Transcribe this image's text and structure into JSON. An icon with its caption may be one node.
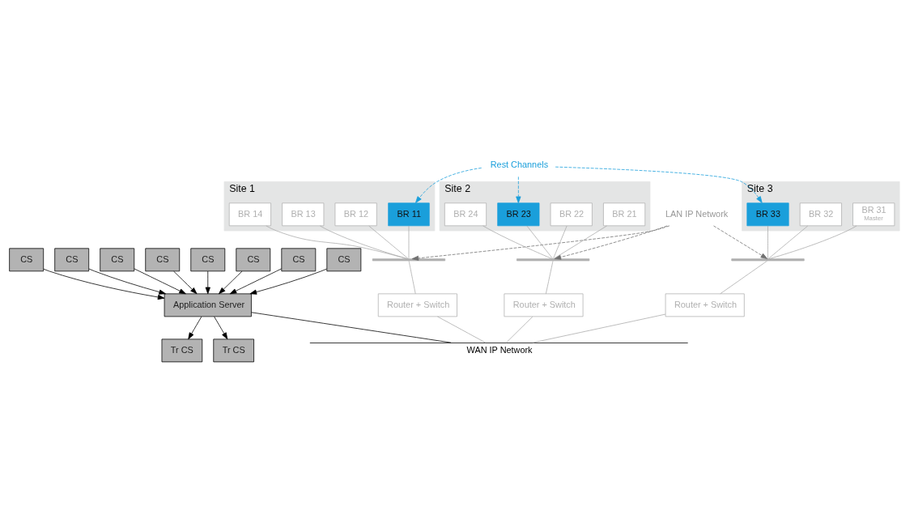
{
  "diagram": {
    "nodes": [
      {
        "text": [
          "Tr CS"
        ]
      },
      {
        "text": [
          "Tr CS"
        ]
      },
      {
        "text": [
          "CS"
        ]
      },
      {
        "text": [
          "CS"
        ]
      },
      {
        "text": [
          "CS"
        ]
      },
      {
        "text": [
          "CS"
        ]
      },
      {
        "text": [
          "CS"
        ]
      },
      {
        "text": [
          "CS"
        ]
      },
      {
        "text": [
          "CS"
        ]
      },
      {
        "text": [
          "CS"
        ]
      },
      {
        "text": [
          "Application Server"
        ]
      },
      {
        "text": [
          "LAN IP Network"
        ]
      },
      {
        "text": [
          "Site 1"
        ]
      },
      {
        "text": [
          "BR 11"
        ],
        "in": 12
      },
      {
        "text": [
          "BR 12"
        ],
        "in": 12
      },
      {
        "text": [
          "BR 13"
        ],
        "in": 12
      },
      {
        "text": [
          "BR 14"
        ],
        "in": 12
      },
      {
        "text": [],
        "shape": "bar"
      },
      {
        "text": [
          "Router + Switch"
        ]
      },
      {
        "text": [
          "Site 2"
        ]
      },
      {
        "text": [
          "BR 21"
        ],
        "in": 19
      },
      {
        "text": [
          "BR 22"
        ],
        "in": 19
      },
      {
        "text": [
          "BR 23"
        ],
        "in": 19
      },
      {
        "text": [
          "BR 24"
        ],
        "in": 19
      },
      {
        "text": [],
        "shape": "bar"
      },
      {
        "text": [
          "Router + Switch"
        ]
      },
      {
        "text": [
          "Site 3"
        ]
      },
      {
        "text": [
          "BR 31",
          "Master"
        ],
        "in": 26
      },
      {
        "text": [
          "BR 32"
        ],
        "in": 26
      },
      {
        "text": [
          "BR 33"
        ],
        "in": 26
      },
      {
        "text": [],
        "shape": "bar"
      },
      {
        "text": [
          "Router + Switch"
        ]
      },
      {
        "text": [
          "Rest Channels"
        ]
      },
      {
        "text": [
          "WAN IP Network"
        ]
      }
    ],
    "edges": [
      {
        "from": 10,
        "to": 0,
        "arrow": "to",
        "color": "#000000"
      },
      {
        "from": 10,
        "to": 1,
        "arrow": "to",
        "color": "#000000"
      },
      {
        "from": 2,
        "to": 10,
        "arrow": "to",
        "color": "#000000"
      },
      {
        "from": 3,
        "to": 10,
        "arrow": "to",
        "color": "#000000"
      },
      {
        "from": 4,
        "to": 10,
        "arrow": "to",
        "color": "#000000"
      },
      {
        "from": 5,
        "to": 10,
        "arrow": "to",
        "color": "#000000"
      },
      {
        "from": 6,
        "to": 10,
        "arrow": "to",
        "color": "#000000"
      },
      {
        "from": 7,
        "to": 10,
        "arrow": "to",
        "color": "#000000"
      },
      {
        "from": 8,
        "to": 10,
        "arrow": "to",
        "color": "#000000"
      },
      {
        "from": 9,
        "to": 10,
        "arrow": "to",
        "color": "#000000"
      },
      {
        "from": 11,
        "to": 17,
        "arrow": "to",
        "style": "dashed",
        "color": "#707070"
      },
      {
        "from": 11,
        "to": 24,
        "arrow": "to",
        "style": "dashed",
        "color": "#707070"
      },
      {
        "from": 11,
        "to": 30,
        "arrow": "to",
        "style": "dashed",
        "color": "#707070"
      },
      {
        "from": 32,
        "to": 13,
        "arrow": "to",
        "style": "dashed",
        "color": "#1a9fdb"
      },
      {
        "from": 32,
        "to": 22,
        "arrow": "to",
        "style": "dashed",
        "color": "#1a9fdb"
      },
      {
        "from": 32,
        "to": 29,
        "arrow": "to",
        "style": "dashed",
        "color": "#1a9fdb"
      },
      {
        "from": 13,
        "to": 17,
        "arrow": "none"
      },
      {
        "from": 14,
        "to": 17,
        "arrow": "none"
      },
      {
        "from": 15,
        "to": 17,
        "arrow": "none"
      },
      {
        "from": 16,
        "to": 17,
        "arrow": "none"
      },
      {
        "from": 20,
        "to": 24,
        "arrow": "none"
      },
      {
        "from": 21,
        "to": 24,
        "arrow": "none"
      },
      {
        "from": 22,
        "to": 24,
        "arrow": "none"
      },
      {
        "from": 23,
        "to": 24,
        "arrow": "none"
      },
      {
        "from": 27,
        "to": 30,
        "arrow": "none"
      },
      {
        "from": 28,
        "to": 30,
        "arrow": "none"
      },
      {
        "from": 29,
        "to": 30,
        "arrow": "none"
      },
      {
        "from": 17,
        "to": 18,
        "arrow": "none"
      },
      {
        "from": 24,
        "to": 25,
        "arrow": "none"
      },
      {
        "from": 30,
        "to": 31,
        "arrow": "none"
      },
      {
        "from": 18,
        "to": 33,
        "arrow": "none"
      },
      {
        "from": 25,
        "to": 33,
        "arrow": "none"
      },
      {
        "from": 31,
        "to": 33,
        "arrow": "none"
      },
      {
        "from": 10,
        "to": 33,
        "arrow": "none",
        "color": "#000000"
      }
    ]
  }
}
